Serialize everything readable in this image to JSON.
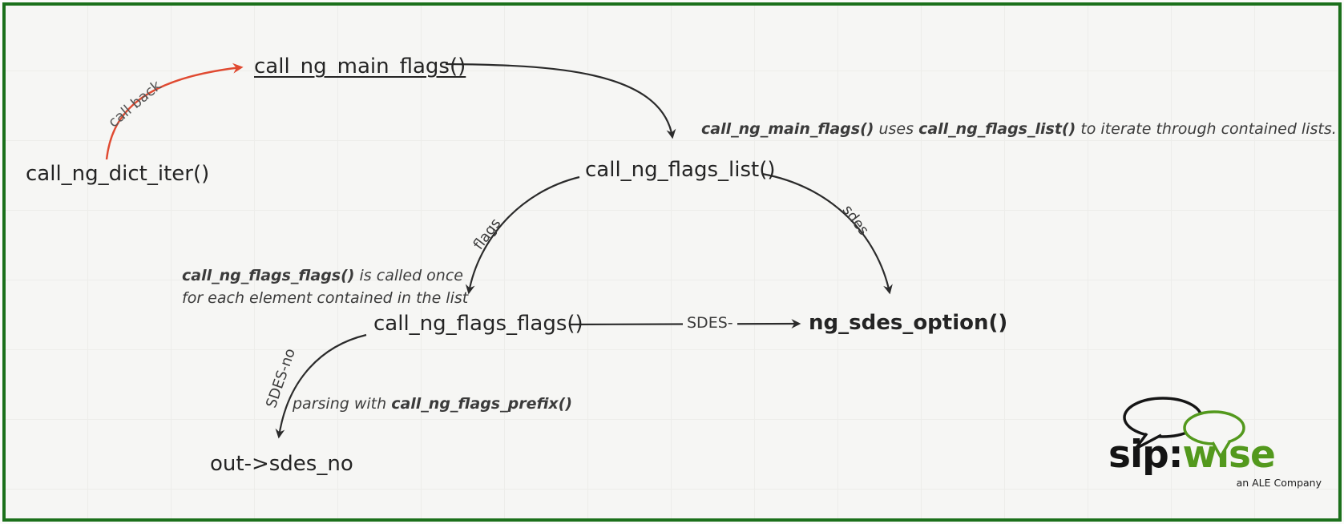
{
  "nodes": {
    "dict_iter": "call_ng_dict_iter()",
    "main_flags": "call_ng_main_flags()",
    "flags_list": "call_ng_flags_list()",
    "flags_flags": "call_ng_flags_flags()",
    "sdes_option": "ng_sdes_option()",
    "out_sdes_no": "out->sdes_no"
  },
  "edges": {
    "call_back_label": "call back",
    "flags_label": "flags",
    "sdes_label": "sdes",
    "sdes_dash_label": "SDES-",
    "sdes_no_label": "SDES-no"
  },
  "annotations": {
    "iterate_p1": "call_ng_main_flags()",
    "iterate_p2": " uses ",
    "iterate_p3": "call_ng_flags_list()",
    "iterate_p4": " to iterate through contained lists.",
    "once_p1": "call_ng_flags_flags()",
    "once_p2": " is called once",
    "once_line2": "for each element contained in the list",
    "parsing_p1": "parsing with ",
    "parsing_p2": "call_ng_flags_prefix()"
  },
  "logo": {
    "sip": "sip:",
    "wise": "wise",
    "tagline": "an ALE Company"
  },
  "colors": {
    "border_green": "#1b701b",
    "logo_green": "#53991d",
    "arrow_red": "#e04a31",
    "arrow_dark": "#2b2b2b"
  }
}
